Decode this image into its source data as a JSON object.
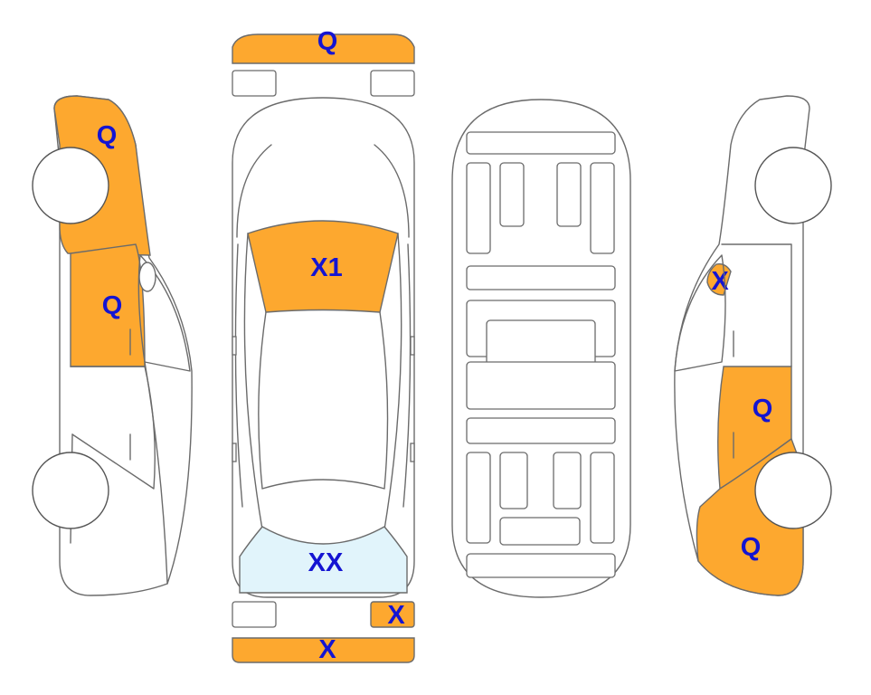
{
  "colors": {
    "damage_fill": "#FDA82F",
    "glass_fill": "#E1F4FB",
    "outline": "#6B6B6B",
    "label_text": "#1414D2"
  },
  "labels": {
    "front_bumper": "Q",
    "left_front_fender": "Q",
    "left_front_door": "Q",
    "windshield": "X1",
    "rear_window": "XX",
    "rear_right_lamp": "X",
    "rear_bumper": "X",
    "right_mirror": "X",
    "right_rear_door": "Q",
    "right_rear_quarter": "Q"
  }
}
